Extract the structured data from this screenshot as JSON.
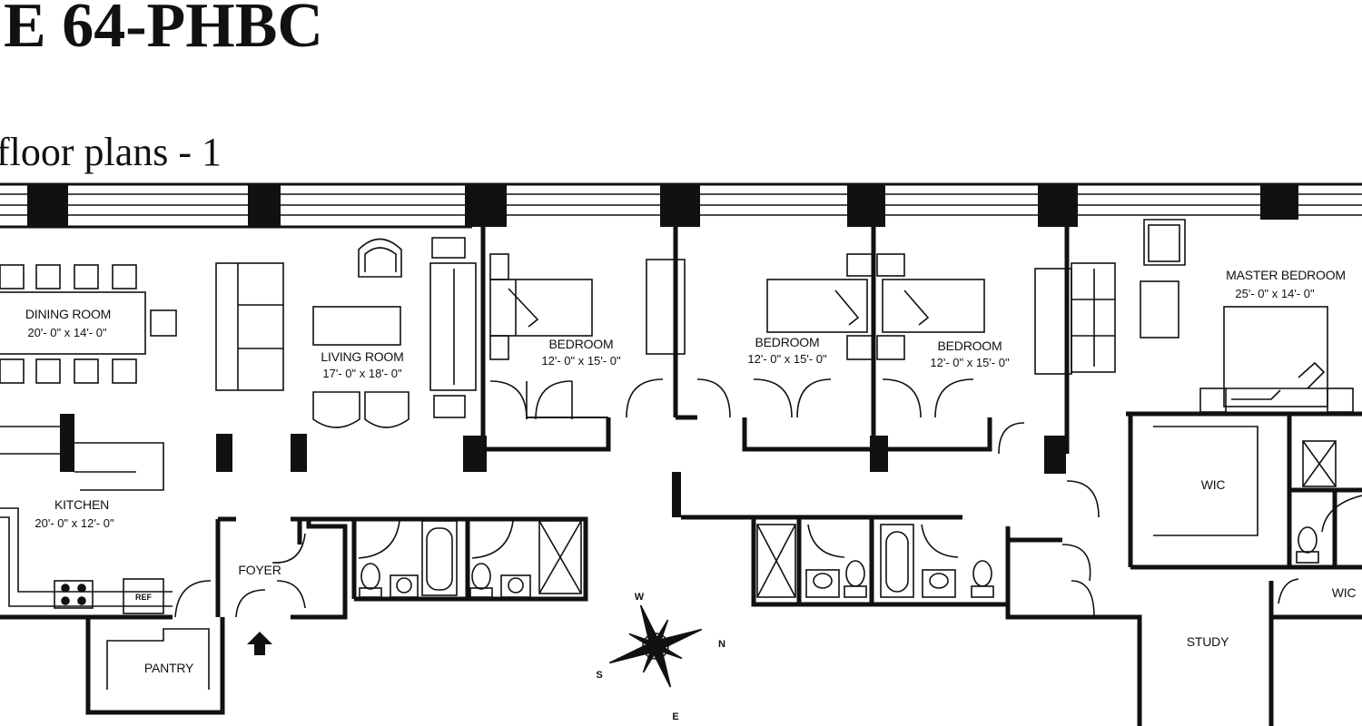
{
  "header": {
    "title": "E 64-PHBC",
    "subtitle": "floor plans - 1"
  },
  "rooms": {
    "dining": {
      "name": "DINING ROOM",
      "dims": "20'- 0\" x 14'- 0\""
    },
    "living": {
      "name": "LIVING ROOM",
      "dims": "17'- 0\" x 18'- 0\""
    },
    "kitchen": {
      "name": "KITCHEN",
      "dims": "20'- 0\" x 12'- 0\""
    },
    "bedroom1": {
      "name": "BEDROOM",
      "dims": "12'- 0\" x 15'- 0\""
    },
    "bedroom2": {
      "name": "BEDROOM",
      "dims": "12'- 0\" x 15'- 0\""
    },
    "bedroom3": {
      "name": "BEDROOM",
      "dims": "12'- 0\" x 15'- 0\""
    },
    "master": {
      "name": "MASTER BEDROOM",
      "dims": "25'- 0\" x 14'- 0\""
    },
    "foyer": {
      "name": "FOYER"
    },
    "pantry": {
      "name": "PANTRY"
    },
    "study": {
      "name": "STUDY"
    },
    "wic1": {
      "name": "WIC"
    },
    "wic2": {
      "name": "WIC"
    },
    "ref": "REF"
  },
  "compass": {
    "w": "W",
    "n": "N",
    "s": "S",
    "e": "E"
  },
  "colors": {
    "ink": "#111111",
    "paper": "#ffffff"
  }
}
